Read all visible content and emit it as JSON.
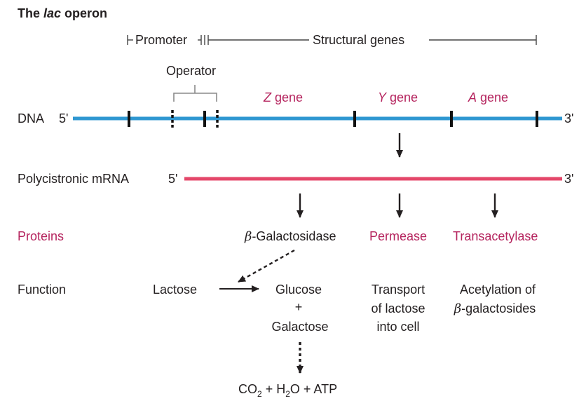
{
  "title": {
    "prefix": "The ",
    "italic": "lac",
    "suffix": " operon"
  },
  "regions": {
    "promoter": "Promoter",
    "structural": "Structural genes"
  },
  "operator_label": "Operator",
  "genes": [
    {
      "letter": "Z",
      "word": " gene"
    },
    {
      "letter": "Y",
      "word": " gene"
    },
    {
      "letter": "A",
      "word": " gene"
    }
  ],
  "dna": {
    "label": "DNA",
    "five": "5'",
    "three": "3'"
  },
  "mrna": {
    "label": "Polycistronic mRNA",
    "five": "5'",
    "three": "3'"
  },
  "proteins": {
    "row_label": "Proteins",
    "beta_symbol": "β",
    "galactosidase": "-Galactosidase",
    "permease": "Permease",
    "transacetylase": "Transacetylase"
  },
  "function": {
    "row_label": "Function",
    "lactose": "Lactose",
    "glucose": "Glucose",
    "plus": "+",
    "galactose": "Galactose",
    "transport": [
      "Transport",
      "of lactose",
      "into cell"
    ],
    "acetylation": "Acetylation of",
    "beta_symbol": "β",
    "galactosides": "-galactosides"
  },
  "products": {
    "co": "CO",
    "two_a": "2",
    "plus_h": " + H",
    "two_b": "2",
    "o_atp": "O + ATP"
  },
  "colors": {
    "dna": "#2e97d1",
    "mrna": "#e4476a",
    "accent": "#b5245e",
    "text": "#231f20"
  }
}
